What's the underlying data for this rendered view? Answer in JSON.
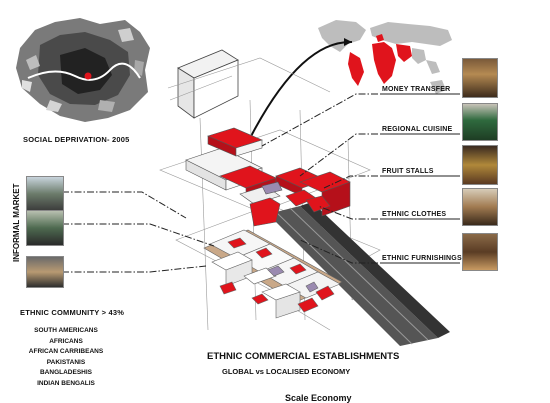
{
  "labels": {
    "social_deprivation": "SOCIAL DEPRIVATION- 2005",
    "informal_market": "INFORMAL MARKET",
    "ethnic_community": "ETHNIC COMMUNITY > 43%",
    "title": "ETHNIC COMMERCIAL ESTABLISHMENTS",
    "subtitle": "GLOBAL vs LOCALISED ECONOMY",
    "bottom_cut": "Scale Economy"
  },
  "communities": [
    "SOUTH AMERICANS",
    "AFRICANS",
    "AFRICAN CARRIBEANS",
    "PAKISTANIS",
    "BANGLADESHIS",
    "INDIAN BENGALIS"
  ],
  "establishments": [
    "MONEY TRANSFER",
    "REGIONAL CUISINE",
    "FRUIT STALLS",
    "ETHNIC CLOTHES",
    "ETHNIC FURNISHINGS"
  ],
  "colors": {
    "accent": "#e0141c",
    "dark": "#222222",
    "line": "#555555"
  }
}
